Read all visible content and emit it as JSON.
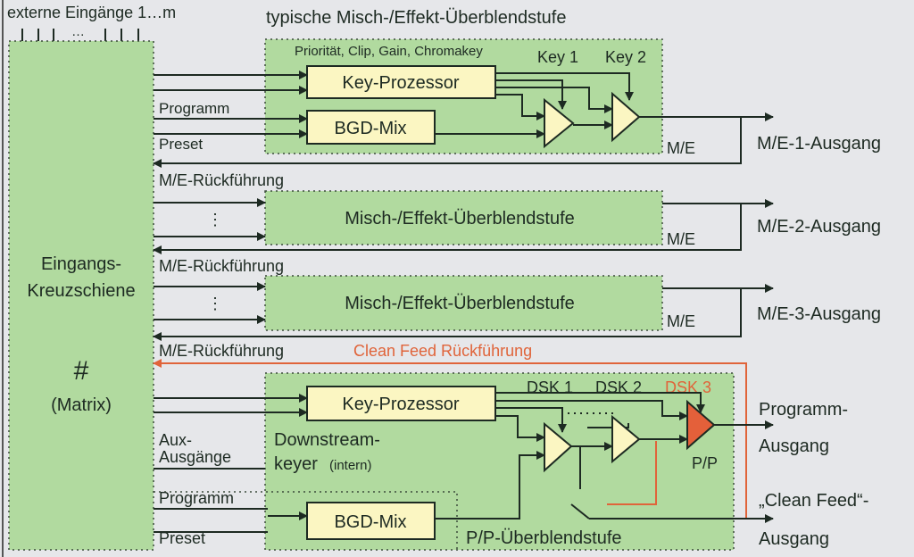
{
  "matrix": {
    "inputs_label": "externe Eingänge 1…m",
    "dots": "…",
    "title1": "Eingangs-",
    "title2": "Kreuzschiene",
    "symbol": "#",
    "subtitle": "(Matrix)"
  },
  "me1": {
    "title": "typische Misch-/Effekt-Überblendstufe",
    "params": "Priorität, Clip, Gain, Chromakey",
    "key1": "Key 1",
    "key2": "Key 2",
    "key_processor": "Key-Prozessor",
    "bgd_mix": "BGD-Mix",
    "programm": "Programm",
    "preset": "Preset",
    "me": "M/E",
    "output": "M/E-1-Ausgang",
    "feedback": "M/E-Rückführung"
  },
  "me2": {
    "title": "Misch-/Effekt-Überblendstufe",
    "me": "M/E",
    "output": "M/E-2-Ausgang",
    "feedback": "M/E-Rückführung",
    "vdots": "⋮"
  },
  "me3": {
    "title": "Misch-/Effekt-Überblendstufe",
    "me": "M/E",
    "output": "M/E-3-Ausgang",
    "feedback": "M/E-Rückführung",
    "vdots": "⋮"
  },
  "clean_feed_feedback": "Clean Feed Rückführung",
  "dsk": {
    "key_processor": "Key-Prozessor",
    "dsk1": "DSK 1",
    "dsk2": "DSK 2",
    "dsk3": "DSK 3",
    "downstream": "Downstream-",
    "keyer": "keyer",
    "intern": "(intern)",
    "pp": "P/P",
    "aux1": "Aux-",
    "aux2": "Ausgänge",
    "programm": "Programm",
    "preset": "Preset",
    "bgd_mix": "BGD-Mix",
    "pp_stage": "P/P-Überblendstufe",
    "out_prog1": "Programm-",
    "out_prog2": "Ausgang",
    "out_cf1": "„Clean Feed“-",
    "out_cf2": "Ausgang"
  },
  "colors": {
    "green": "#b1da9f",
    "block": "#fbf6c2",
    "orange": "#e0643a"
  }
}
